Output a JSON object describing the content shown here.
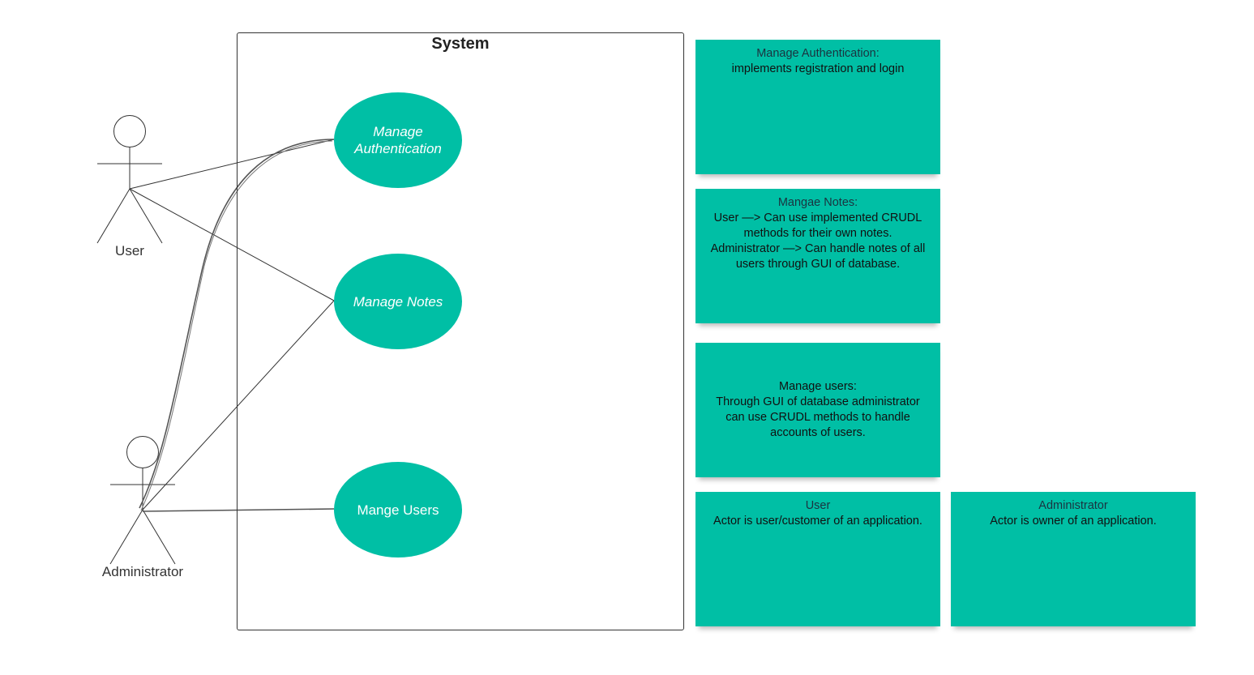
{
  "diagram": {
    "system_title": "System",
    "colors": {
      "teal": "#00bfa5",
      "note_teal": "#00bfa5",
      "line": "#333333"
    },
    "actors": {
      "user": {
        "label": "User"
      },
      "administrator": {
        "label": "Administrator"
      }
    },
    "use_cases": {
      "manage_authentication": {
        "label": "Manage Authentication"
      },
      "manage_notes": {
        "label": "Manage Notes"
      },
      "mange_users": {
        "label": "Mange Users"
      }
    },
    "notes": {
      "authentication": {
        "title": "Manage Authentication:",
        "body": "implements registration and login"
      },
      "notes": {
        "title": "Mangae Notes:",
        "body": "User —> Can use implemented CRUDL methods for their own notes.\nAdministrator —> Can handle notes of all users through GUI of database."
      },
      "users": {
        "title": "Manage users:",
        "body": "Through GUI of database administrator can use CRUDL methods to handle accounts of users."
      },
      "user_actor": {
        "title": "User",
        "body": "Actor is user/customer of an application."
      },
      "admin_actor": {
        "title": "Administrator",
        "body": "Actor is owner of an application."
      }
    }
  }
}
